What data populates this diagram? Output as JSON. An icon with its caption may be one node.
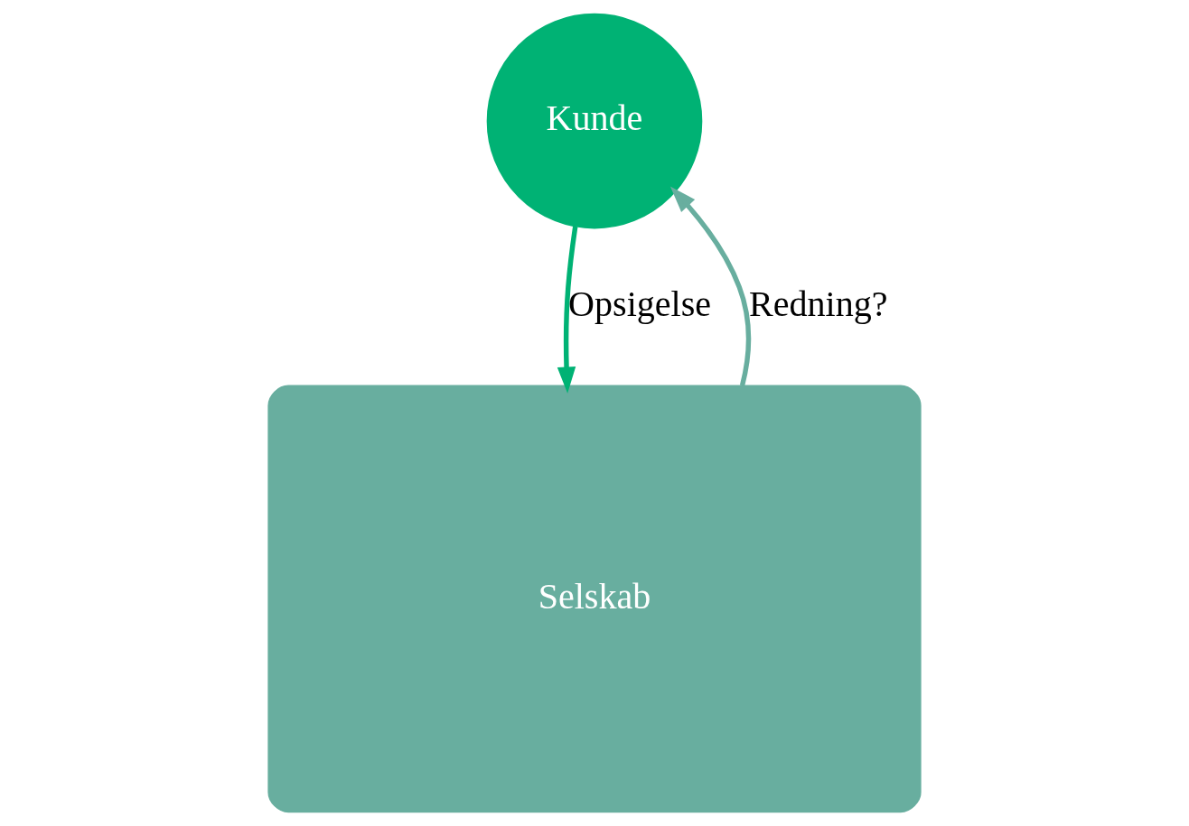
{
  "diagram": {
    "nodes": [
      {
        "text": [
          "Kunde"
        ]
      },
      {
        "text": [
          "Selskab"
        ]
      }
    ],
    "edges": [
      {
        "from": 0,
        "to": 1,
        "arrow": "to",
        "label": "Opsigelse",
        "color": "#00b274"
      },
      {
        "from": 1,
        "to": 0,
        "arrow": "to",
        "label": "Redning?",
        "color": "#68ae9f"
      }
    ]
  }
}
